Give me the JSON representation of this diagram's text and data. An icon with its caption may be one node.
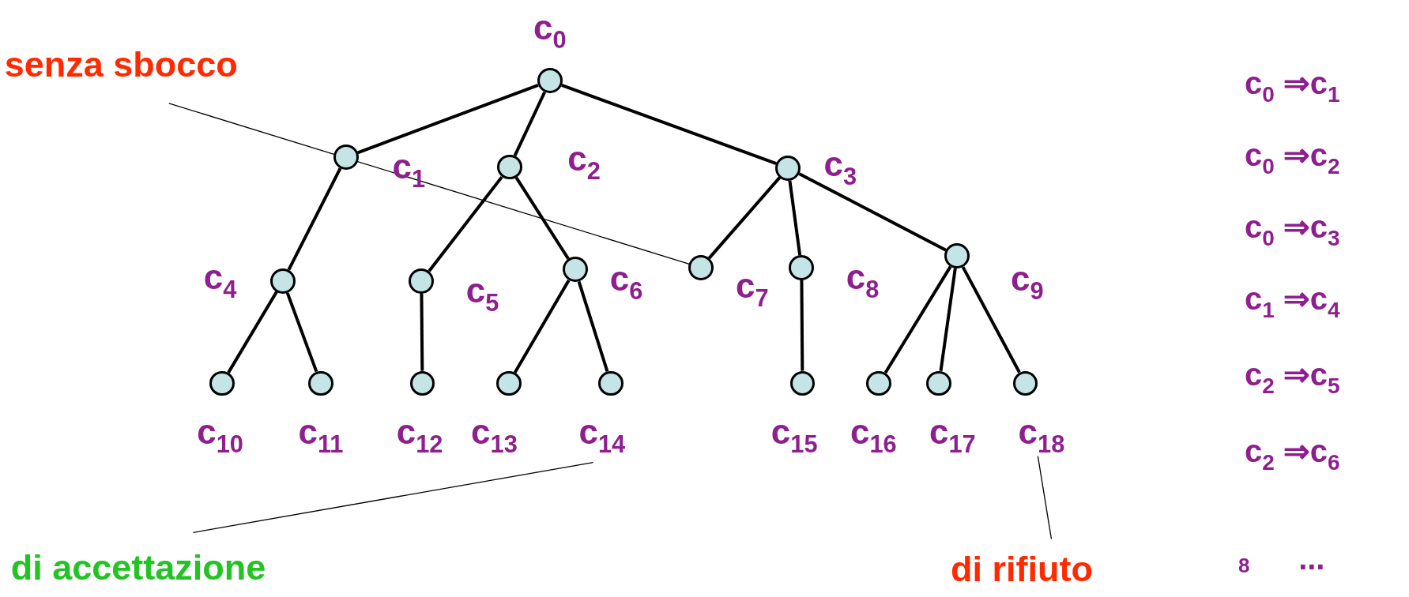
{
  "diagram": {
    "nodes": [
      {
        "text": [],
        "shape": "circle",
        "beside": [
          "c$_{0}$"
        ]
      },
      {
        "text": [],
        "shape": "circle",
        "beside": [
          "c$_{1}$"
        ]
      },
      {
        "text": [],
        "shape": "circle",
        "beside": [
          "c$_{2}$"
        ]
      },
      {
        "text": [],
        "shape": "circle",
        "beside": [
          "c$_{3}$"
        ]
      },
      {
        "text": [],
        "shape": "circle",
        "beside": [
          "c$_{4}$"
        ]
      },
      {
        "text": [],
        "shape": "circle",
        "beside": [
          "c$_{5}$"
        ]
      },
      {
        "text": [],
        "shape": "circle",
        "beside": [
          "c$_{6}$"
        ]
      },
      {
        "text": [],
        "shape": "circle",
        "beside": [
          "c$_{7}$"
        ]
      },
      {
        "text": [],
        "shape": "circle",
        "beside": [
          "c$_{8}$"
        ]
      },
      {
        "text": [],
        "shape": "circle",
        "beside": [
          "c$_{9}$"
        ]
      },
      {
        "text": [],
        "shape": "circle",
        "beside": [
          "c$_{10}$"
        ]
      },
      {
        "text": [],
        "shape": "circle",
        "beside": [
          "c$_{11}$"
        ]
      },
      {
        "text": [],
        "shape": "circle",
        "beside": [
          "c$_{12}$"
        ]
      },
      {
        "text": [],
        "shape": "circle",
        "beside": [
          "c$_{13}$"
        ]
      },
      {
        "text": [],
        "shape": "circle",
        "beside": [
          "c$_{14}$"
        ]
      },
      {
        "text": [],
        "shape": "circle",
        "beside": [
          "c$_{15}$"
        ]
      },
      {
        "text": [],
        "shape": "circle",
        "beside": [
          "c$_{16}$"
        ]
      },
      {
        "text": [],
        "shape": "circle",
        "beside": [
          "c$_{17}$"
        ]
      },
      {
        "text": [],
        "shape": "circle",
        "beside": [
          "c$_{18}$"
        ]
      },
      {
        "text": [
          "senza sbocco"
        ]
      },
      {
        "text": [
          "di accettazione"
        ]
      },
      {
        "text": [
          "di rifiuto"
        ]
      }
    ],
    "edges": [
      {
        "from": 0,
        "to": 1,
        "arrow": "none"
      },
      {
        "from": 0,
        "to": 2,
        "arrow": "none"
      },
      {
        "from": 0,
        "to": 3,
        "arrow": "none"
      },
      {
        "from": 1,
        "to": 4,
        "arrow": "none"
      },
      {
        "from": 2,
        "to": 5,
        "arrow": "none"
      },
      {
        "from": 2,
        "to": 6,
        "arrow": "none"
      },
      {
        "from": 3,
        "to": 7,
        "arrow": "none"
      },
      {
        "from": 3,
        "to": 8,
        "arrow": "none"
      },
      {
        "from": 3,
        "to": 9,
        "arrow": "none"
      },
      {
        "from": 4,
        "to": 10,
        "arrow": "none"
      },
      {
        "from": 4,
        "to": 11,
        "arrow": "none"
      },
      {
        "from": 5,
        "to": 12,
        "arrow": "none"
      },
      {
        "from": 6,
        "to": 13,
        "arrow": "none"
      },
      {
        "from": 6,
        "to": 14,
        "arrow": "none"
      },
      {
        "from": 8,
        "to": 15,
        "arrow": "none"
      },
      {
        "from": 9,
        "to": 16,
        "arrow": "none"
      },
      {
        "from": 9,
        "to": 17,
        "arrow": "none"
      },
      {
        "from": 9,
        "to": 18,
        "arrow": "none"
      },
      {
        "from": 19,
        "to": 7,
        "arrow": "none"
      },
      {
        "from": 20,
        "to": 14,
        "arrow": "none"
      },
      {
        "from": 21,
        "to": 18,
        "arrow": "none"
      }
    ],
    "labels": [
      "c$_{0}$ ⇒c$_{1}$",
      "c$_{0}$ ⇒c$_{2}$",
      "c$_{0}$ ⇒c$_{3}$",
      "c$_{1}$ ⇒c$_{4}$",
      "c$_{2}$ ⇒c$_{5}$",
      "c$_{2}$ ⇒c$_{6}$",
      "8",
      "..."
    ]
  }
}
